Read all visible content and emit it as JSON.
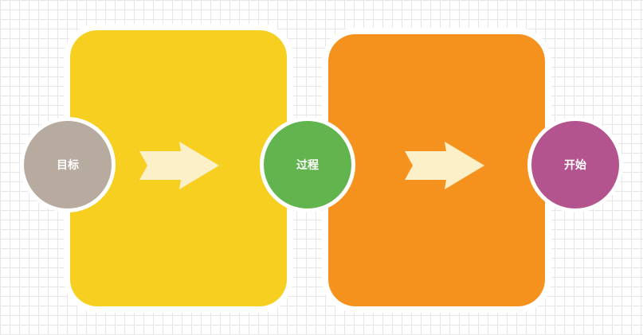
{
  "colors": {
    "background": "#ffffff",
    "grid": "#e6e6e6",
    "arrow": "#fbf0c8",
    "separator": "#ffffff"
  },
  "panels": [
    {
      "color": "#f6cf21"
    },
    {
      "color": "#f5921d"
    }
  ],
  "nodes": [
    {
      "label": "目标",
      "color": "#b6ab9e"
    },
    {
      "label": "过程",
      "color": "#62b44f"
    },
    {
      "label": "开始",
      "color": "#b3548e"
    }
  ],
  "arrows": [
    {
      "icon": "right-arrow-icon"
    },
    {
      "icon": "right-arrow-icon"
    }
  ]
}
